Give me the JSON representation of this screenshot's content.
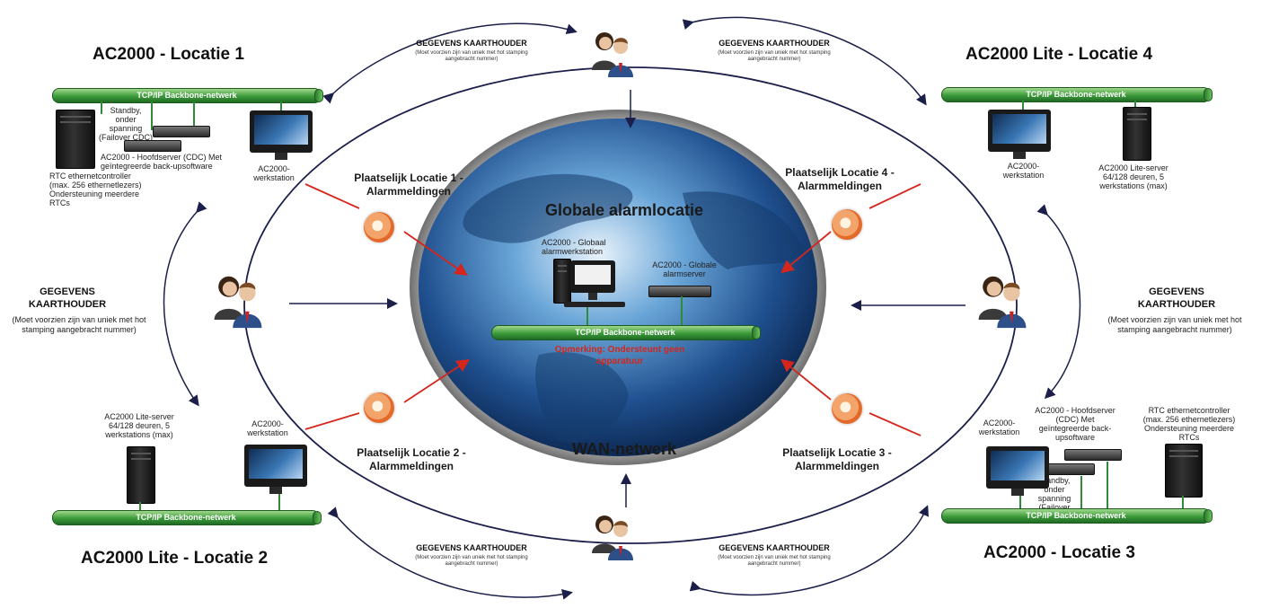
{
  "locations": {
    "loc1": {
      "title": "AC2000 - Locatie 1"
    },
    "loc4": {
      "title": "AC2000 Lite - Locatie 4"
    },
    "loc2": {
      "title": "AC2000 Lite - Locatie 2"
    },
    "loc3": {
      "title": "AC2000 - Locatie 3"
    }
  },
  "backbone_label": "TCP/IP Backbone-netwerk",
  "cardholder": {
    "title": "GEGEVENS KAARTHOUDER",
    "title_line1": "GEGEVENS",
    "title_line2": "KAARTHOUDER",
    "subtitle": "(Moet voorzien zijn van uniek met hot stamping aangebracht nummer)",
    "subtitle_small_line1": "(Moet voorzien zijn van uniek met hot stamping",
    "subtitle_small_line2": "aangebracht nummer)"
  },
  "loc1_labels": {
    "standby": "Standby, onder spanning (Failover CDC)",
    "main_server": "AC2000 - Hoofdserver (CDC) Met geïntegreerde back-upsoftware",
    "workstation": "AC2000-werkstation",
    "rtc": "RTC ethernetcontroller (max. 256 ethernetlezers) Ondersteuning meerdere RTCs"
  },
  "loc4_labels": {
    "workstation": "AC2000-werkstation",
    "lite_server": "AC2000 Lite-server 64/128 deuren, 5 werkstations (max)"
  },
  "loc2_labels": {
    "lite_server": "AC2000 Lite-server 64/128 deuren, 5 werkstations (max)",
    "workstation": "AC2000-werkstation"
  },
  "loc3_labels": {
    "workstation": "AC2000-werkstation",
    "main_server": "AC2000 - Hoofdserver (CDC) Met geïntegreerde back-upsoftware",
    "rtc": "RTC ethernetcontroller (max. 256 ethernetlezers) Ondersteuning meerdere RTCs",
    "standby": "Standby, onder spanning (Failover CDC)"
  },
  "alarms": {
    "loc1": "Plaatselijk Locatie 1 - Alarmmeldingen",
    "loc4": "Plaatselijk Locatie 4 - Alarmmeldingen",
    "loc2": "Plaatselijk Locatie 2 - Alarmmeldingen",
    "loc3": "Plaatselijk Locatie 3 - Alarmmeldingen"
  },
  "center": {
    "title": "Globale alarmlocatie",
    "workstation": "AC2000 - Globaal alarmwerkstation",
    "server": "AC2000 - Globale alarmserver",
    "note": "Opmerking: Ondersteunt geen apparatuur",
    "wan": "WAN-netwerk"
  },
  "colors": {
    "arrow_dark": "#1b1f4a",
    "arrow_red": "#d4261c",
    "pipe_green": "#3c9a3a",
    "note_red": "#d4261c"
  }
}
